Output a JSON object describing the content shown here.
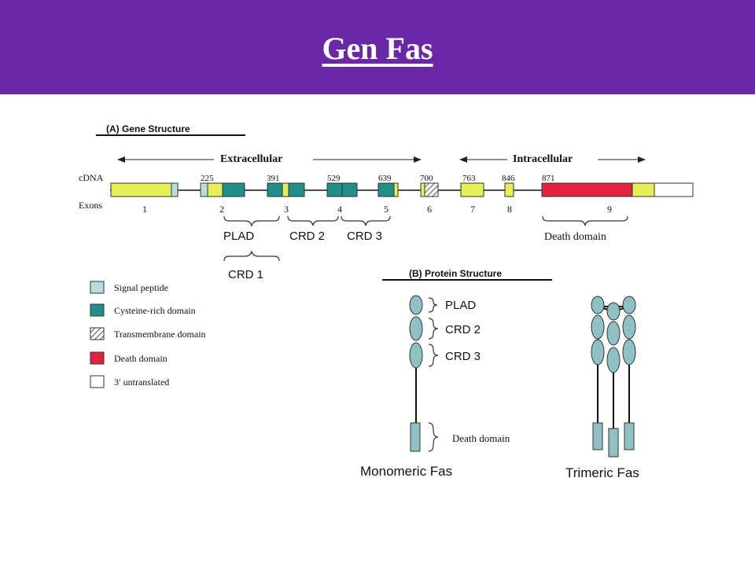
{
  "slide": {
    "title": "Gen Fas"
  },
  "colors": {
    "header_bg": "#6a28a8",
    "signal_peptide": "#b7dde0",
    "cysteine_rich": "#1f8f8a",
    "death_domain": "#e3223d",
    "utr": "#ffffff",
    "yellow_exon": "#e6ef56",
    "protein_fill": "#8fc1c4"
  },
  "gene": {
    "heading": "(A) Gene Structure",
    "extracellular_label": "Extracellular",
    "intracellular_label": "Intracellular",
    "cdna_label": "cDNA",
    "exons_label": "Exons",
    "positions": [
      "225",
      "391",
      "529",
      "639",
      "700",
      "763",
      "846",
      "871"
    ],
    "exon_numbers": [
      "1",
      "2",
      "3",
      "4",
      "5",
      "6",
      "7",
      "8",
      "9"
    ],
    "bracket_labels": {
      "plad": "PLAD",
      "crd2": "CRD 2",
      "crd3": "CRD 3",
      "crd1": "CRD 1",
      "death_domain": "Death domain"
    }
  },
  "legend": {
    "items": [
      {
        "label": "Signal peptide",
        "color": "#b7dde0"
      },
      {
        "label": "Cysteine-rich domain",
        "color": "#1f8f8a"
      },
      {
        "label": "Transmembrane domain",
        "color": "hatched"
      },
      {
        "label": "Death domain",
        "color": "#e3223d"
      },
      {
        "label": "3′ untranslated",
        "color": "#ffffff"
      }
    ]
  },
  "protein": {
    "heading": "(B) Protein Structure",
    "labels": {
      "plad": "PLAD",
      "crd2": "CRD 2",
      "crd3": "CRD 3",
      "death_domain": "Death domain"
    },
    "monomer_label": "Monomeric Fas",
    "trimer_label": "Trimeric Fas"
  }
}
